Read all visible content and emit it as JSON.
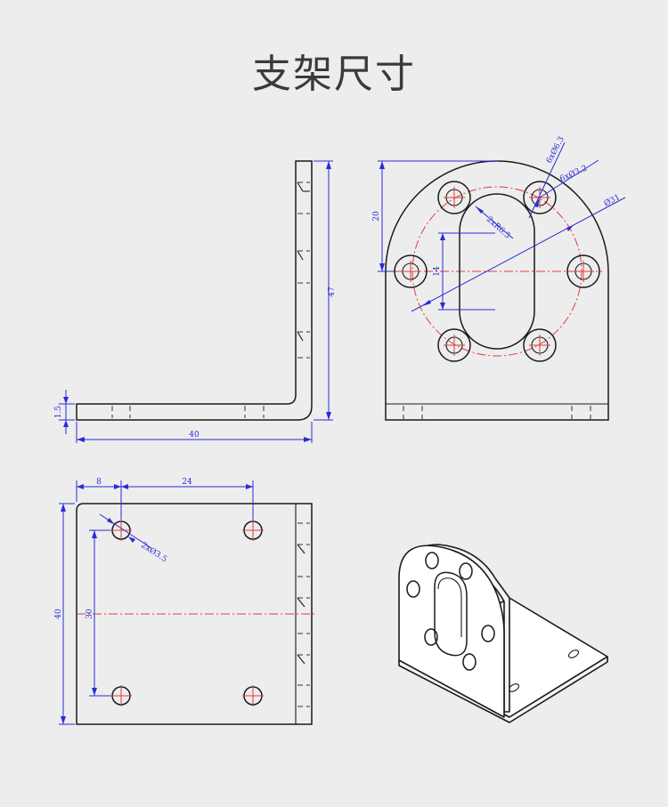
{
  "title": "支架尺寸",
  "side_view": {
    "height_label": "47",
    "thickness_label": "1.5",
    "length_label": "40"
  },
  "front_view": {
    "top_height_label": "20",
    "slot_height_label": "14",
    "six_hole_label": "6xØ6.3",
    "six_hole_small_label": "6xØ3.2",
    "circle_label": "Ø31",
    "slot_radius_label": "2xR6.5"
  },
  "bottom_view": {
    "offset_label": "8",
    "spacing_label": "24",
    "width_label": "40",
    "hole_spacing_label": "30",
    "hole_label": "2xØ3.5"
  },
  "colors": {
    "dimension": "#2b2bd6",
    "centerline": "#e23b3b",
    "outline": "#1a1a1a",
    "background": "#ededed"
  }
}
